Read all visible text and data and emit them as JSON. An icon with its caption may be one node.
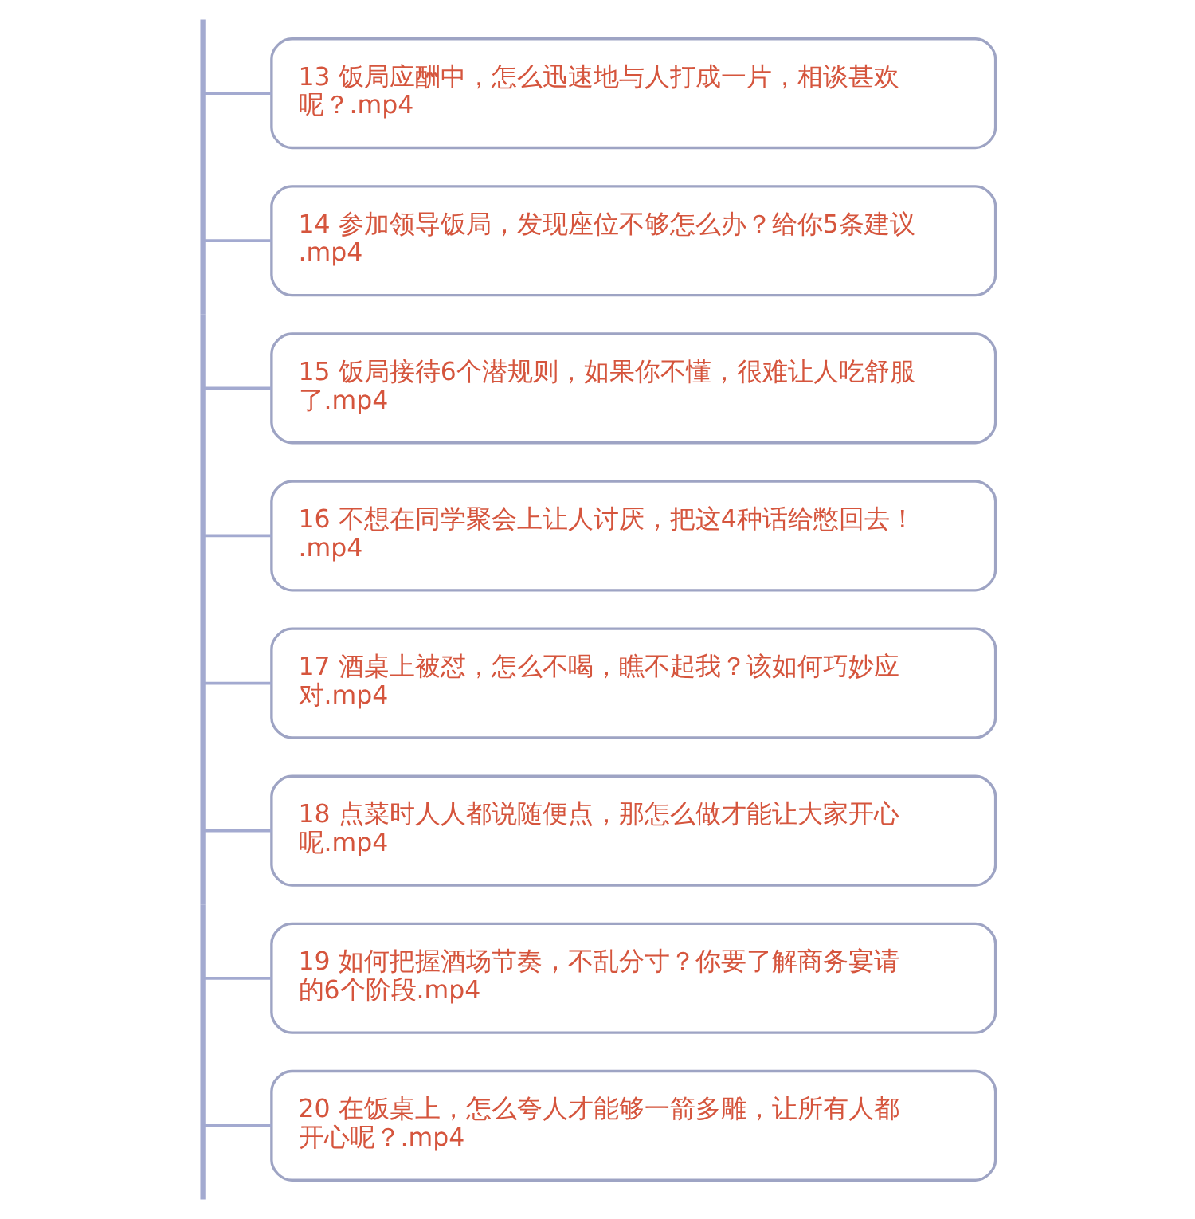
{
  "diagram": {
    "nodes": [
      {
        "text": [],
        "shape": "bar"
      },
      {
        "text": [
          "13 饭局应酬中，怎么迅速地与人打成一片，相谈甚欢呢？.mp4"
        ]
      },
      {
        "text": [
          "14 参加领导饭局，发现座位不够怎么办？给你5条建议.mp4"
        ]
      },
      {
        "text": [
          "15 饭局接待6个潜规则，如果你不懂，很难让人吃舒服了.mp4"
        ]
      },
      {
        "text": [
          "16 不想在同学聚会上让人讨厌，把这4种话给憋回去！.mp4"
        ]
      },
      {
        "text": [
          "17 酒桌上被怼，怎么不喝，瞧不起我？该如何巧妙应对.mp4"
        ]
      },
      {
        "text": [
          "18 点菜时人人都说随便点，那怎么做才能让大家开心呢.mp4"
        ]
      },
      {
        "text": [
          "19 如何把握酒场节奏，不乱分寸？你要了解商务宴请的6个阶段.mp4"
        ]
      },
      {
        "text": [
          "20 在饭桌上，怎么夸人才能够一箭多雕，让所有人都开心呢？.mp4"
        ]
      }
    ],
    "edges": [
      {
        "from": 0,
        "to": 1,
        "arrow": "none"
      },
      {
        "from": 0,
        "to": 2,
        "arrow": "none"
      },
      {
        "from": 0,
        "to": 3,
        "arrow": "none"
      },
      {
        "from": 0,
        "to": 4,
        "arrow": "none"
      },
      {
        "from": 0,
        "to": 5,
        "arrow": "none"
      },
      {
        "from": 0,
        "to": 6,
        "arrow": "none"
      },
      {
        "from": 0,
        "to": 7,
        "arrow": "none"
      },
      {
        "from": 0,
        "to": 8,
        "arrow": "none"
      }
    ]
  }
}
